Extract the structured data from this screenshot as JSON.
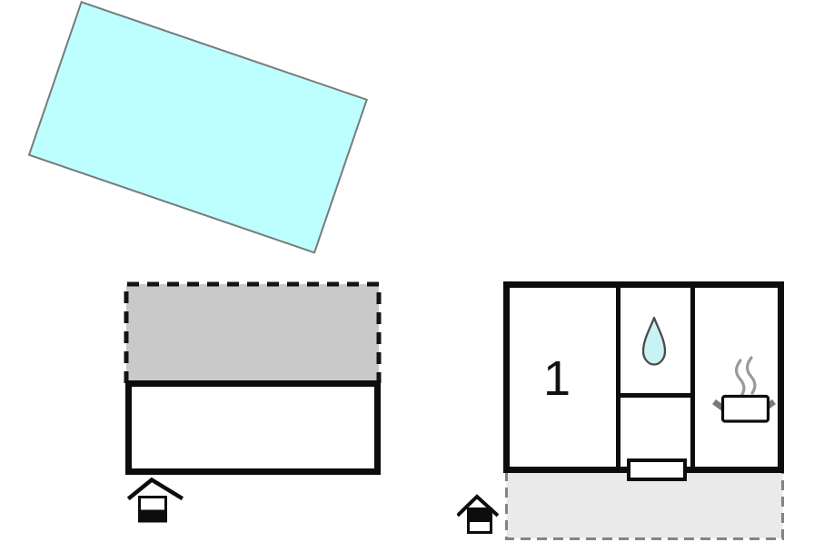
{
  "floorplan": {
    "room_number": "1",
    "areas": {
      "pool": "water-area",
      "left_unit": "annex-with-terrace",
      "right_unit": "main-house-with-terrace"
    }
  },
  "icons": {
    "shower": "water-drop-icon",
    "kitchen": "cooking-pot-icon",
    "steam": "steam-lines-icon",
    "entrance_left": "house-entrance-icon",
    "entrance_right": "house-entrance-icon",
    "door": "door-opening"
  },
  "colors": {
    "pool_fill": "#BDFEFE",
    "pool_border": "#7A7A7A",
    "terrace_left_fill": "#C9C9C9",
    "terrace_left_dash": "#141414",
    "terrace_right_fill": "#EAEAEA",
    "terrace_right_dash": "#848484",
    "wall": "#0D0D0D",
    "drop_fill": "#C9F2F5",
    "drop_outline": "#4A4A4A",
    "steam": "#9A9A9A",
    "pot_handle": "#787878"
  }
}
